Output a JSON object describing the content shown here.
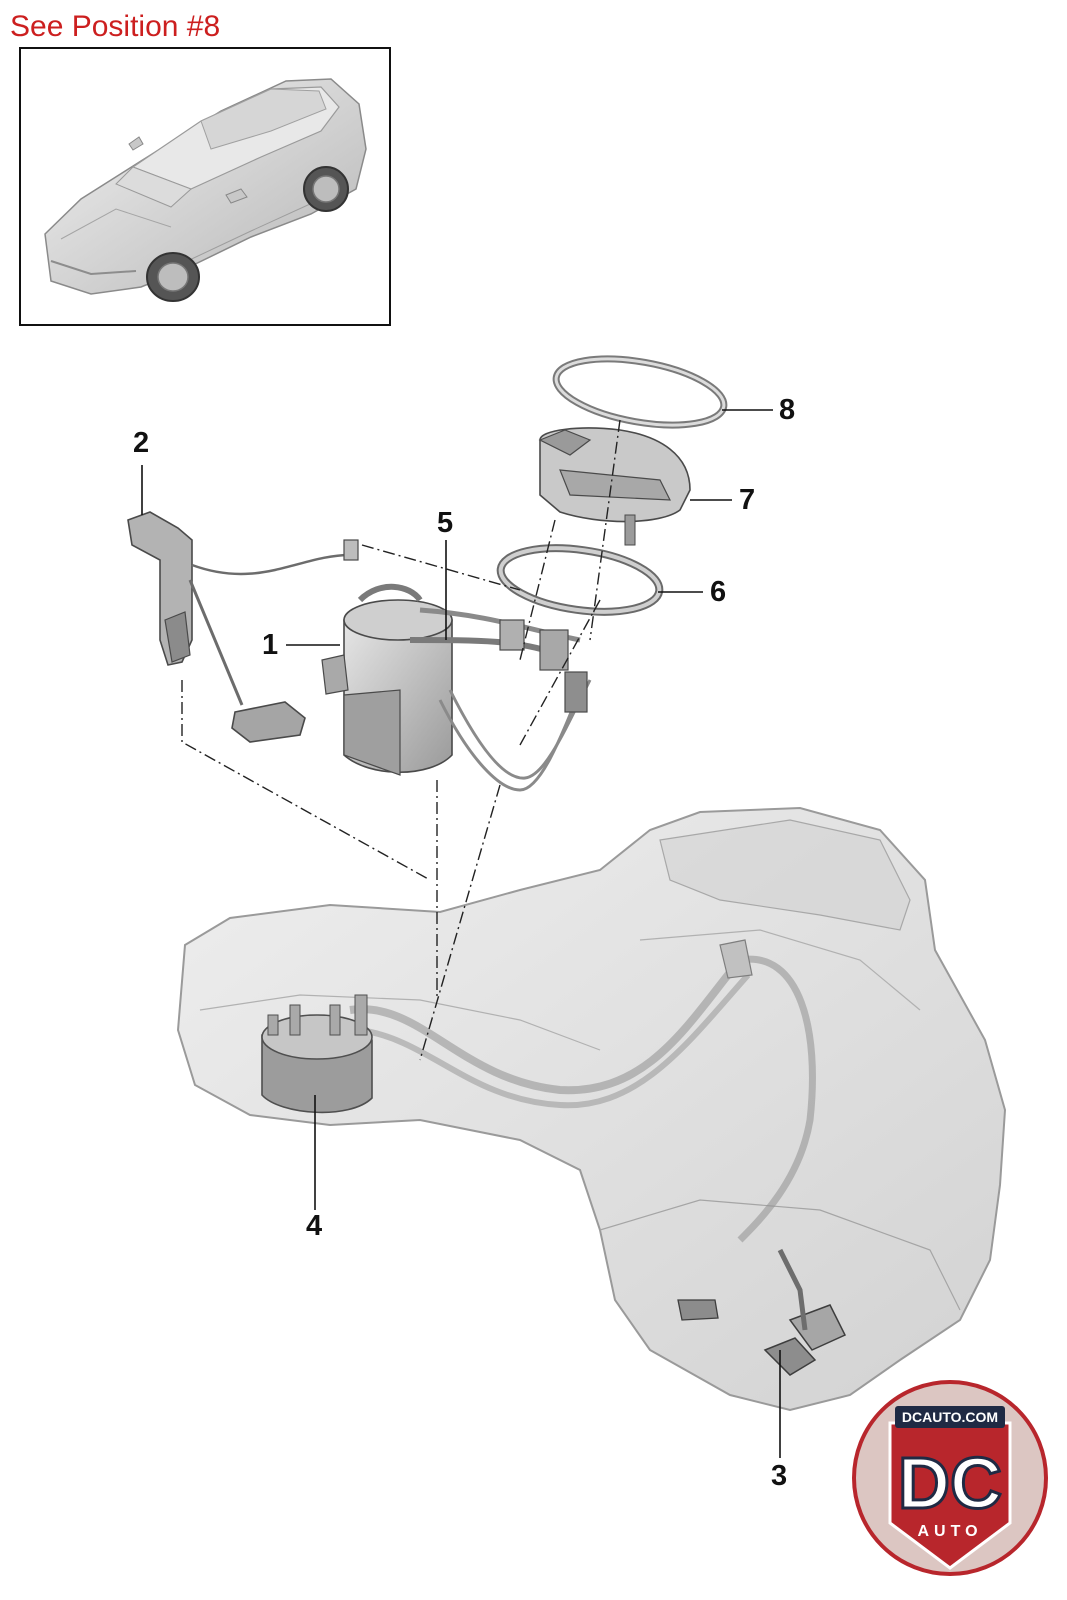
{
  "reference_note": "See Position #8",
  "callouts": [
    {
      "id": "1",
      "label": "1"
    },
    {
      "id": "2",
      "label": "2"
    },
    {
      "id": "3",
      "label": "3"
    },
    {
      "id": "4",
      "label": "4"
    },
    {
      "id": "5",
      "label": "5"
    },
    {
      "id": "6",
      "label": "6"
    },
    {
      "id": "7",
      "label": "7"
    },
    {
      "id": "8",
      "label": "8"
    }
  ],
  "watermark": {
    "domain_text": "DCAUTO.COM",
    "monogram": "DC",
    "subtext": "AUTO"
  },
  "colors": {
    "note_red": "#cc1f1f",
    "part_gray": "#b9b9b9",
    "tank_gray": "#d9d9d9",
    "logo_red": "#b8262c",
    "logo_navy": "#1f2a44"
  }
}
